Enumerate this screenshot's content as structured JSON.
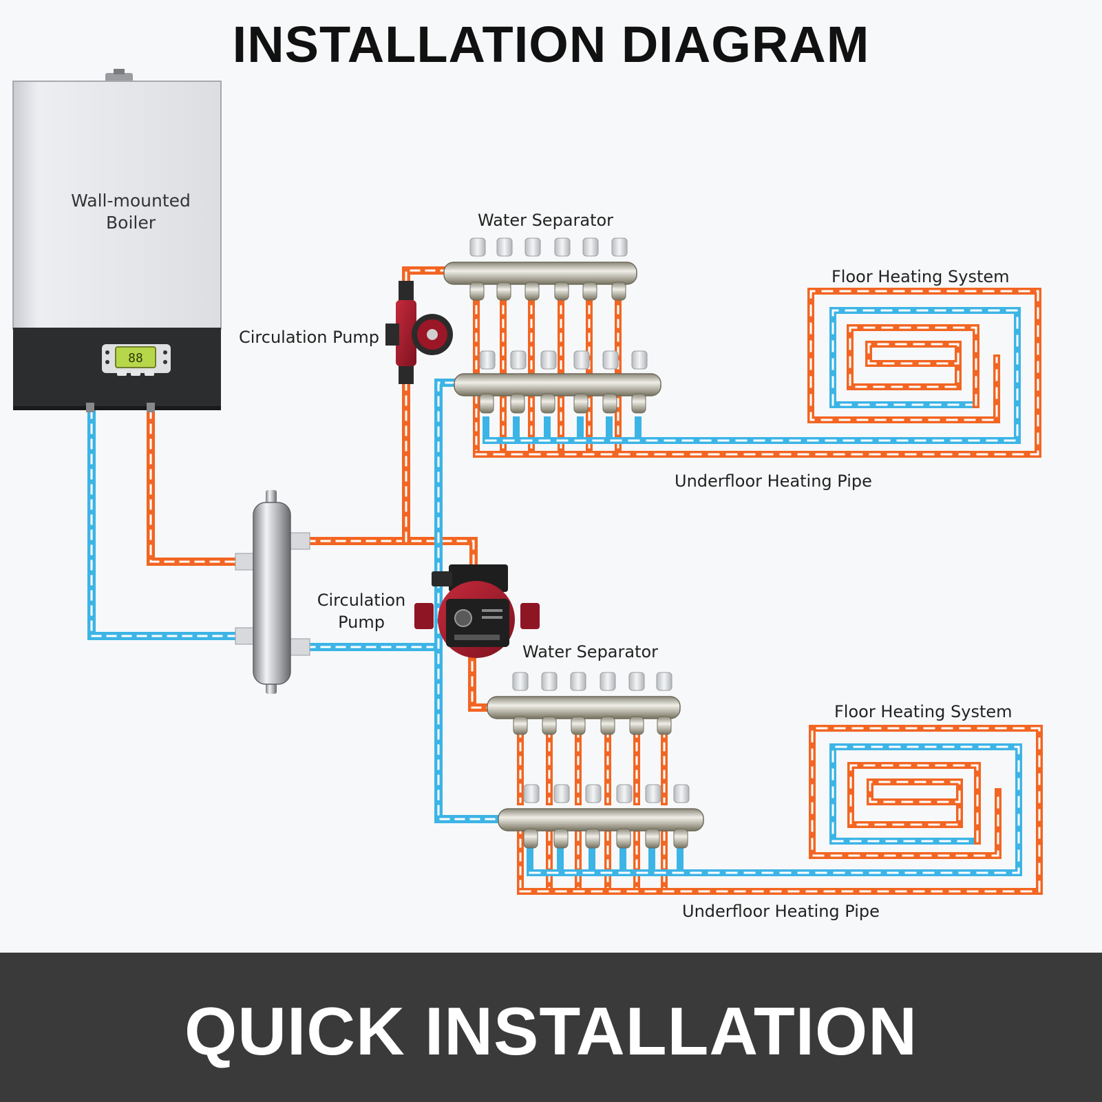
{
  "title": "INSTALLATION DIAGRAM",
  "footer": "QUICK INSTALLATION",
  "labels": {
    "boiler_line1": "Wall-mounted",
    "boiler_line2": "Boiler",
    "pump_upper": "Circulation Pump",
    "pump_lower_line1": "Circulation",
    "pump_lower_line2": "Pump",
    "separator_upper": "Water Separator",
    "separator_lower": "Water Separator",
    "floor_upper": "Floor Heating System",
    "floor_lower": "Floor Heating System",
    "pipe_upper": "Underfloor Heating Pipe",
    "pipe_lower": "Underfloor Heating Pipe"
  },
  "colors": {
    "hot_pipe": "#f26522",
    "cold_pipe": "#3cb4e6",
    "footer_bg": "#3a3a3a",
    "pump_body": "#a51c2a",
    "boiler_display": "#b7d74a"
  }
}
